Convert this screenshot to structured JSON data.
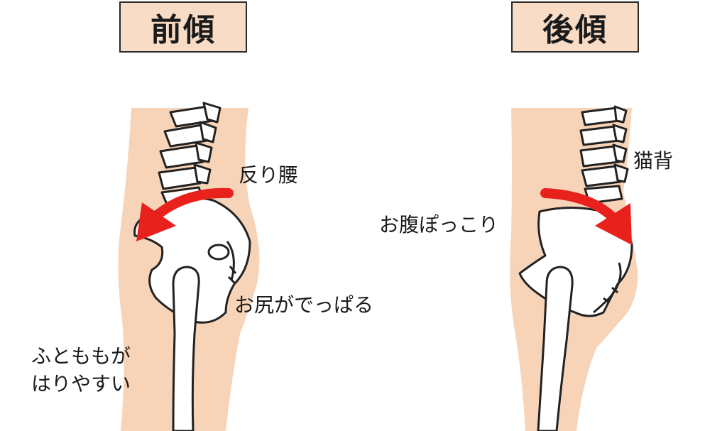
{
  "left_panel": {
    "title": "前傾",
    "labels": {
      "sway_back": "反り腰",
      "buttocks": "お尻がでっぱる",
      "thighs_line1": "ふとももが",
      "thighs_line2": "はりやすい"
    }
  },
  "right_panel": {
    "title": "後傾",
    "labels": {
      "hunchback": "猫背",
      "belly": "お腹ぽっこり"
    }
  },
  "colors": {
    "skin": "#f7d3b8",
    "title_bg": "#f8dcc6",
    "arrow": "#e8211d",
    "bone_outline": "#222222",
    "bone_fill": "#ffffff"
  },
  "icons": [
    "arrow-icon",
    "spine-icon",
    "pelvis-icon",
    "femur-icon"
  ]
}
